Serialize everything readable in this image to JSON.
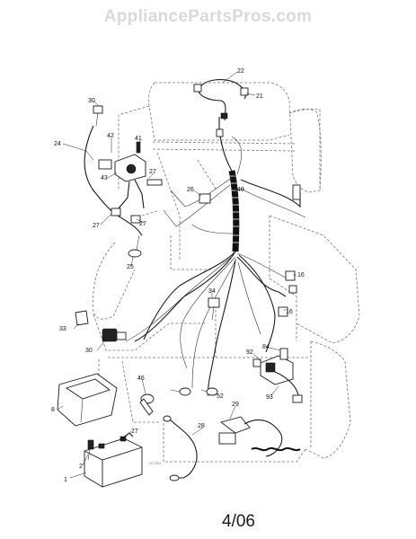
{
  "watermark": "AppliancePartsPros.com",
  "footer_date": "4/06",
  "drawing_code": "GT-WD",
  "callouts": {
    "c22": "22",
    "c21": "21",
    "c30a": "30",
    "c24": "24",
    "c42": "42",
    "c41": "41",
    "c43": "43",
    "c27a": "27",
    "c27b": "27",
    "c27c": "27",
    "c25": "25",
    "c26": "26",
    "c40": "40",
    "c16a": "16",
    "c16b": "16",
    "c34": "34",
    "c33": "33",
    "c30b": "30",
    "c8": "8",
    "c46": "46",
    "c52": "52",
    "c92": "92",
    "c84": "84",
    "c93": "93",
    "c29": "29",
    "c28": "28",
    "c27d": "27",
    "c2": "2",
    "c1": "1"
  }
}
